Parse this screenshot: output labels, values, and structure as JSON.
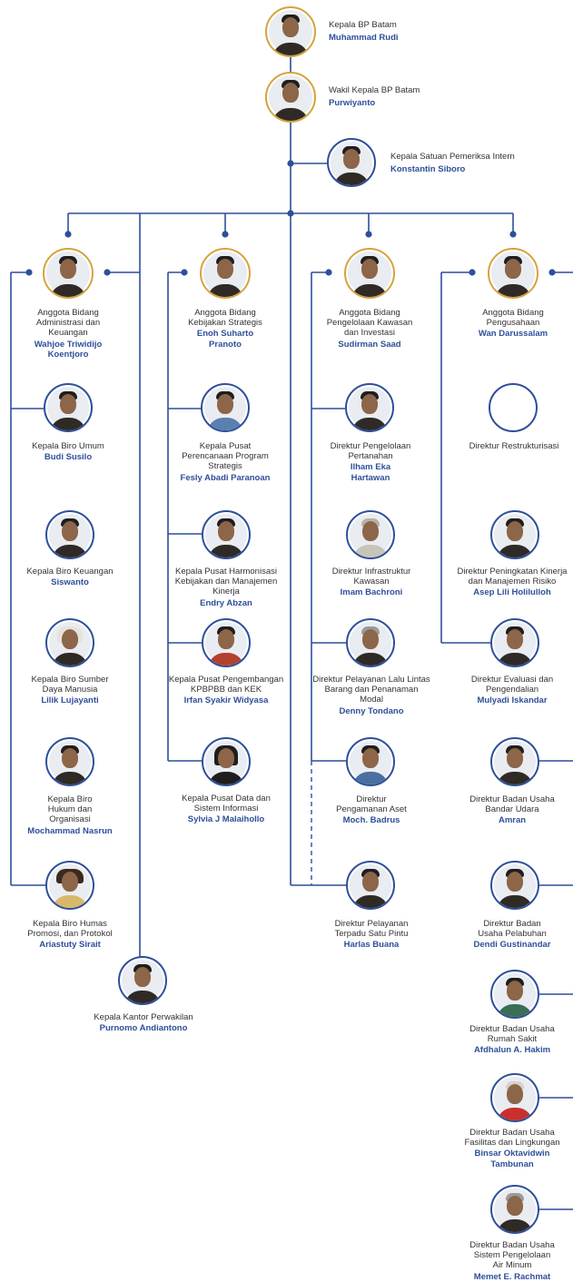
{
  "colors": {
    "line": "#2e4f9a",
    "gold": "#d4a43c",
    "name": "#2e4f9a",
    "text": "#333333"
  },
  "top": {
    "kepala": {
      "title": "Kepala BP Batam",
      "name": "Muhammad Rudi"
    },
    "wakil": {
      "title": "Wakil Kepala BP Batam",
      "name": "Purwiyanto"
    },
    "spi": {
      "title": "Kepala Satuan Pemeriksa Intern",
      "name": "Konstantin Siboro"
    }
  },
  "col1": {
    "head": {
      "title": "Anggota Bidang Administrasi dan Keuangan",
      "name": "Wahjoe Triwidijo Koentjoro"
    },
    "items": [
      {
        "title": "Kepala Biro Umum",
        "name": "Budi Susilo"
      },
      {
        "title": "Kepala Biro Keuangan",
        "name": "Siswanto"
      },
      {
        "title": "Kepala Biro Sumber Daya Manusia",
        "name": "Lilik Lujayanti"
      },
      {
        "title": "Kepala Biro Hukum dan Organisasi",
        "name": "Mochammad Nasrun"
      },
      {
        "title": "Kepala Biro Humas Promosi, dan Protokol",
        "name": "Ariastuty Sirait"
      }
    ]
  },
  "kantor": {
    "title": "Kepala Kantor Perwakilan",
    "name": "Purnomo Andiantono"
  },
  "col2": {
    "head": {
      "title": "Anggota Bidang Kebijakan Strategis",
      "name": "Enoh Suharto Pranoto"
    },
    "items": [
      {
        "title": "Kepala Pusat Perencanaan Program Strategis",
        "name": "Fesly Abadi Paranoan"
      },
      {
        "title": "Kepala Pusat Harmonisasi Kebijakan dan Manajemen Kinerja",
        "name": "Endry Abzan"
      },
      {
        "title": "Kepala Pusat Pengembangan KPBPBB dan KEK",
        "name": "Irfan Syakir Widyasa"
      },
      {
        "title": "Kepala Pusat Data dan Sistem Informasi",
        "name": "Sylvia J Malaihollo"
      }
    ]
  },
  "col3": {
    "head": {
      "title": "Anggota Bidang Pengelolaan Kawasan dan Investasi",
      "name": "Sudirman Saad"
    },
    "items": [
      {
        "title": "Direktur Pengelolaan Pertanahan",
        "name": "Ilham Eka Hartawan"
      },
      {
        "title": "Direktur Infrastruktur Kawasan",
        "name": "Imam Bachroni"
      },
      {
        "title": "Direktur Pelayanan Lalu Lintas Barang dan Penanaman Modal",
        "name": "Denny Tondano"
      },
      {
        "title": "Direktur Pengamanan Aset",
        "name": "Moch. Badrus"
      },
      {
        "title": "Direktur Pelayanan Terpadu Satu Pintu",
        "name": "Harlas Buana"
      }
    ]
  },
  "col4": {
    "head": {
      "title": "Anggota Bidang Pengusahaan",
      "name": "Wan Darussalam"
    },
    "items": [
      {
        "title": "Direktur Restrukturisasi",
        "name": ""
      },
      {
        "title": "Direktur Peningkatan Kinerja dan Manajemen Risiko",
        "name": "Asep Lili Holilulloh"
      },
      {
        "title": "Direktur Evaluasi dan Pengendalian",
        "name": "Mulyadi Iskandar"
      },
      {
        "title": "Direktur Badan Usaha Bandar Udara",
        "name": "Amran"
      },
      {
        "title": "Direktur Badan Usaha Pelabuhan",
        "name": "Dendi Gustinandar"
      },
      {
        "title": "Direktur Badan Usaha Rumah Sakit",
        "name": "Afdhalun A. Hakim"
      },
      {
        "title": "Direktur Badan Usaha Fasilitas dan Lingkungan",
        "name": "Binsar Oktavidwin Tambunan"
      },
      {
        "title": "Direktur Badan Usaha Sistem Pengelolaan Air Minum",
        "name": "Memet E. Rachmat"
      }
    ]
  }
}
